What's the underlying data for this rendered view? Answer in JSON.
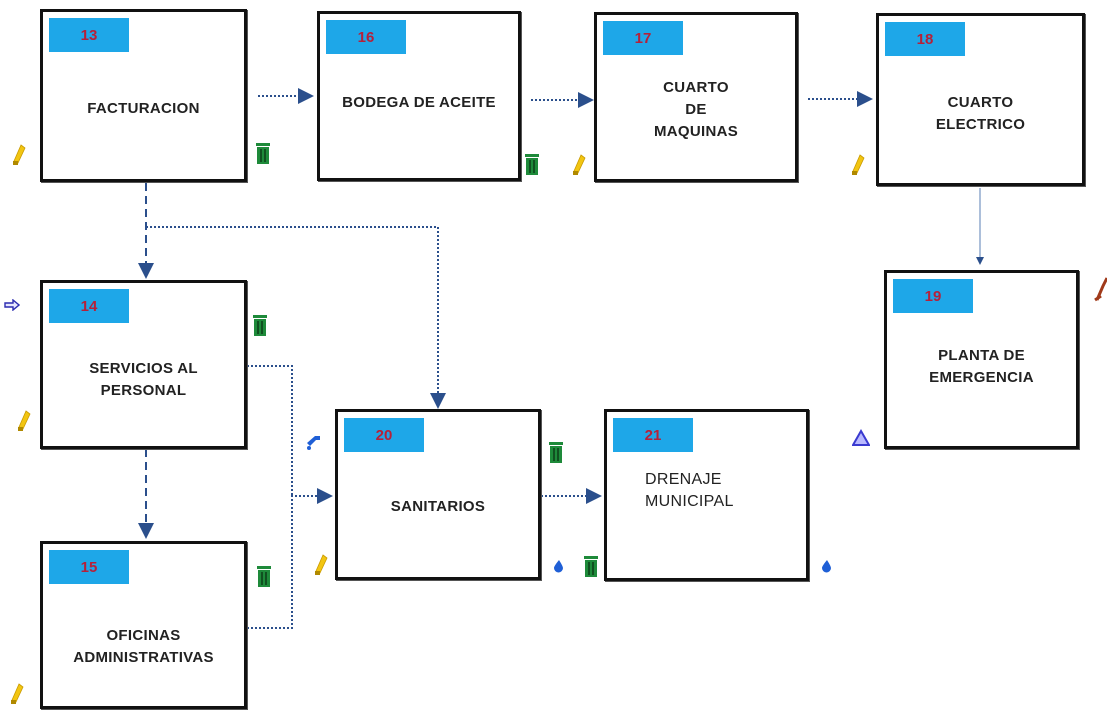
{
  "nodes": [
    {
      "id": "13",
      "lines": [
        "FACTURACION"
      ]
    },
    {
      "id": "16",
      "lines": [
        "BODEGA DE ACEITE"
      ]
    },
    {
      "id": "17",
      "lines": [
        "CUARTO",
        "DE",
        "MAQUINAS"
      ]
    },
    {
      "id": "18",
      "lines": [
        "CUARTO",
        "ELECTRICO"
      ]
    },
    {
      "id": "14",
      "lines": [
        "SERVICIOS AL",
        "PERSONAL"
      ]
    },
    {
      "id": "19",
      "lines": [
        "PLANTA DE",
        "EMERGENCIA"
      ]
    },
    {
      "id": "20",
      "lines": [
        "SANITARIOS"
      ]
    },
    {
      "id": "21",
      "lines": [
        "DRENAJE",
        "MUNICIPAL"
      ]
    },
    {
      "id": "15",
      "lines": [
        "OFICINAS",
        "ADMINISTRATIVAS"
      ]
    }
  ],
  "colors": {
    "badge": "#1ea7e8",
    "badge_text": "#b5213a",
    "connector": "#2b4f8c",
    "bin_icon": "#1e8a3a",
    "lightbulb_icon": "#f2c511",
    "water_icon": "#1f5fd6",
    "triangle_icon": "#3a3ad0",
    "arrow_icon": "#2c2cb0",
    "fuel_icon": "#a03a1a"
  }
}
